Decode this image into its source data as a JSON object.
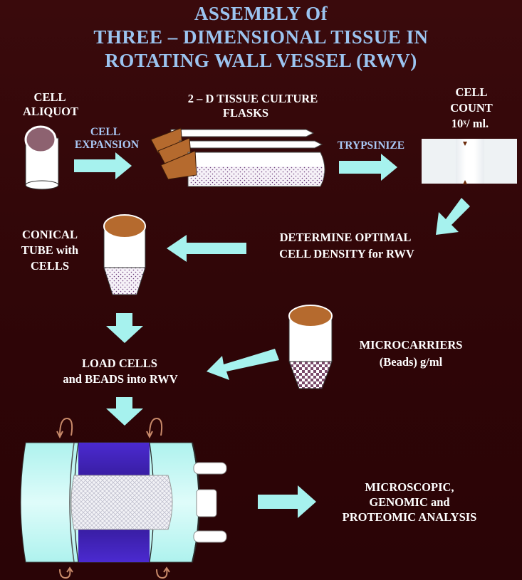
{
  "title": {
    "line1": "ASSEMBLY Of",
    "line2": "THREE – DIMENSIONAL TISSUE IN",
    "line3": "ROTATING WALL VESSEL (RWV)"
  },
  "labels": {
    "cell_aliquot_1": "CELL",
    "cell_aliquot_2": "ALIQUOT",
    "cell_expansion_1": "CELL",
    "cell_expansion_2": "EXPANSION",
    "flasks_1": "2 – D TISSUE CULTURE",
    "flasks_2": "FLASKS",
    "trypsinize": "TRYPSINIZE",
    "cell_count_1": "CELL",
    "cell_count_2": "COUNT",
    "cell_count_3": "10ˣ/ ml.",
    "conical_1": "CONICAL",
    "conical_2": "TUBE with",
    "conical_3": "CELLS",
    "optimal_1": "DETERMINE OPTIMAL",
    "optimal_2": "CELL DENSITY  for RWV",
    "load_1": "LOAD  CELLS",
    "load_2": "and  BEADS into RWV",
    "micro_1": "MICROCARRIERS",
    "micro_2": "(Beads) g/ml",
    "analysis_1": "MICROSCOPIC,",
    "analysis_2": "GENOMIC and",
    "analysis_3": "PROTEOMIC ANALYSIS"
  },
  "colors": {
    "background": "#2e0507",
    "title": "#9bc4f0",
    "arrow": "#a6f2ee",
    "cap": "#b56a2e",
    "vessel_purple": "#3b1fa0",
    "vessel_body": "#bdf5f2"
  }
}
